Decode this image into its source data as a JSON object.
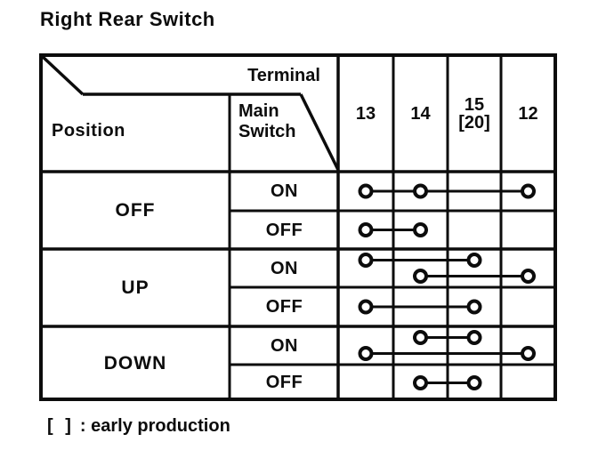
{
  "title": "Right Rear Switch",
  "header": {
    "terminal_label": "Terminal",
    "position_label": "Position",
    "main_switch_line1": "Main",
    "main_switch_line2": "Switch"
  },
  "terminals": [
    {
      "id": "13",
      "label": "13",
      "sublabel": ""
    },
    {
      "id": "14",
      "label": "14",
      "sublabel": ""
    },
    {
      "id": "15",
      "label": "15",
      "sublabel": "[20]"
    },
    {
      "id": "12",
      "label": "12",
      "sublabel": ""
    }
  ],
  "position_groups": [
    {
      "label": "OFF"
    },
    {
      "label": "UP"
    },
    {
      "label": "DOWN"
    }
  ],
  "rows": [
    {
      "position": "OFF",
      "main_switch": "ON",
      "links": [
        [
          "13",
          "14",
          "12"
        ]
      ]
    },
    {
      "position": "OFF",
      "main_switch": "OFF",
      "links": [
        [
          "13",
          "14"
        ]
      ]
    },
    {
      "position": "UP",
      "main_switch": "ON",
      "links": [
        [
          "13",
          "15"
        ],
        [
          "14",
          "12"
        ]
      ]
    },
    {
      "position": "UP",
      "main_switch": "OFF",
      "links": [
        [
          "13",
          "15"
        ]
      ]
    },
    {
      "position": "DOWN",
      "main_switch": "ON",
      "links": [
        [
          "14",
          "15"
        ],
        [
          "13",
          "12"
        ]
      ]
    },
    {
      "position": "DOWN",
      "main_switch": "OFF",
      "links": [
        [
          "14",
          "15"
        ]
      ]
    }
  ],
  "footnote": {
    "brackets": "[ ]",
    "text": ": early production"
  },
  "colors": {
    "ink": "#0c0c0c",
    "paper": "#ffffff"
  }
}
